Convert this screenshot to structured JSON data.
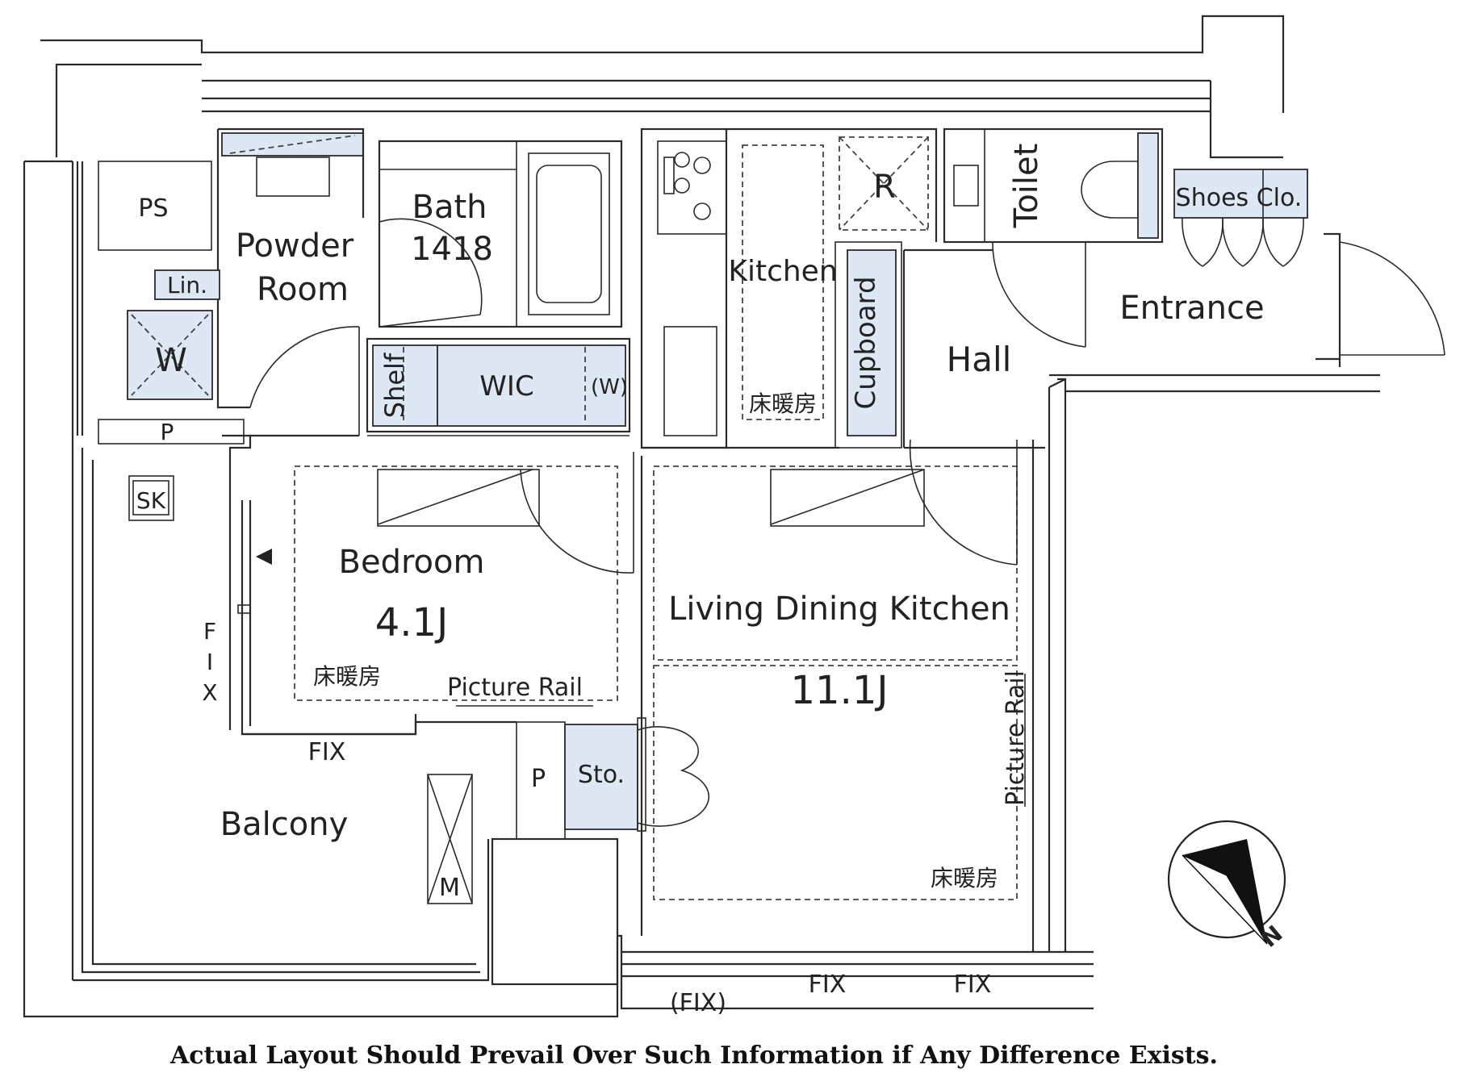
{
  "rooms": {
    "bath": "Bath",
    "bath_size": "1418",
    "powder_room_1": "Powder",
    "powder_room_2": "Room",
    "ps": "PS",
    "linen": "Lin.",
    "washer": "W",
    "pipe_space": "P",
    "sink": "SK",
    "kitchen": "Kitchen",
    "refrigerator": "R",
    "toilet": "Toilet",
    "shoes_closet": "Shoes Clo.",
    "entrance": "Entrance",
    "hall": "Hall",
    "cupboard": "Cupboard",
    "shelf": "Shelf",
    "wic": "WIC",
    "wic_w": "(W)",
    "bedroom": "Bedroom",
    "bedroom_size": "4.1J",
    "bedroom_floor_heating": "床暖房",
    "bedroom_picture_rail": "Picture Rail",
    "kitchen_floor_heating": "床暖房",
    "ldk": "Living Dining Kitchen",
    "ldk_size": "11.1J",
    "ldk_floor_heating": "床暖房",
    "ldk_picture_rail": "Picture Rail",
    "balcony": "Balcony",
    "meter": "M",
    "storage": "Sto.",
    "storage_p": "P",
    "fix_vertical_f": "F",
    "fix_vertical_i": "I",
    "fix_vertical_x": "X",
    "fix_balcony": "FIX",
    "fix_bottom_paren": "(FIX)",
    "fix_bottom_1": "FIX",
    "fix_bottom_2": "FIX"
  },
  "compass": {
    "label": "N"
  },
  "footer": {
    "disclaimer": "Actual Layout Should Prevail Over Such Information if Any Difference Exists."
  },
  "colors": {
    "fixture_fill": "#dde8f4",
    "line": "#2a2a2a"
  }
}
